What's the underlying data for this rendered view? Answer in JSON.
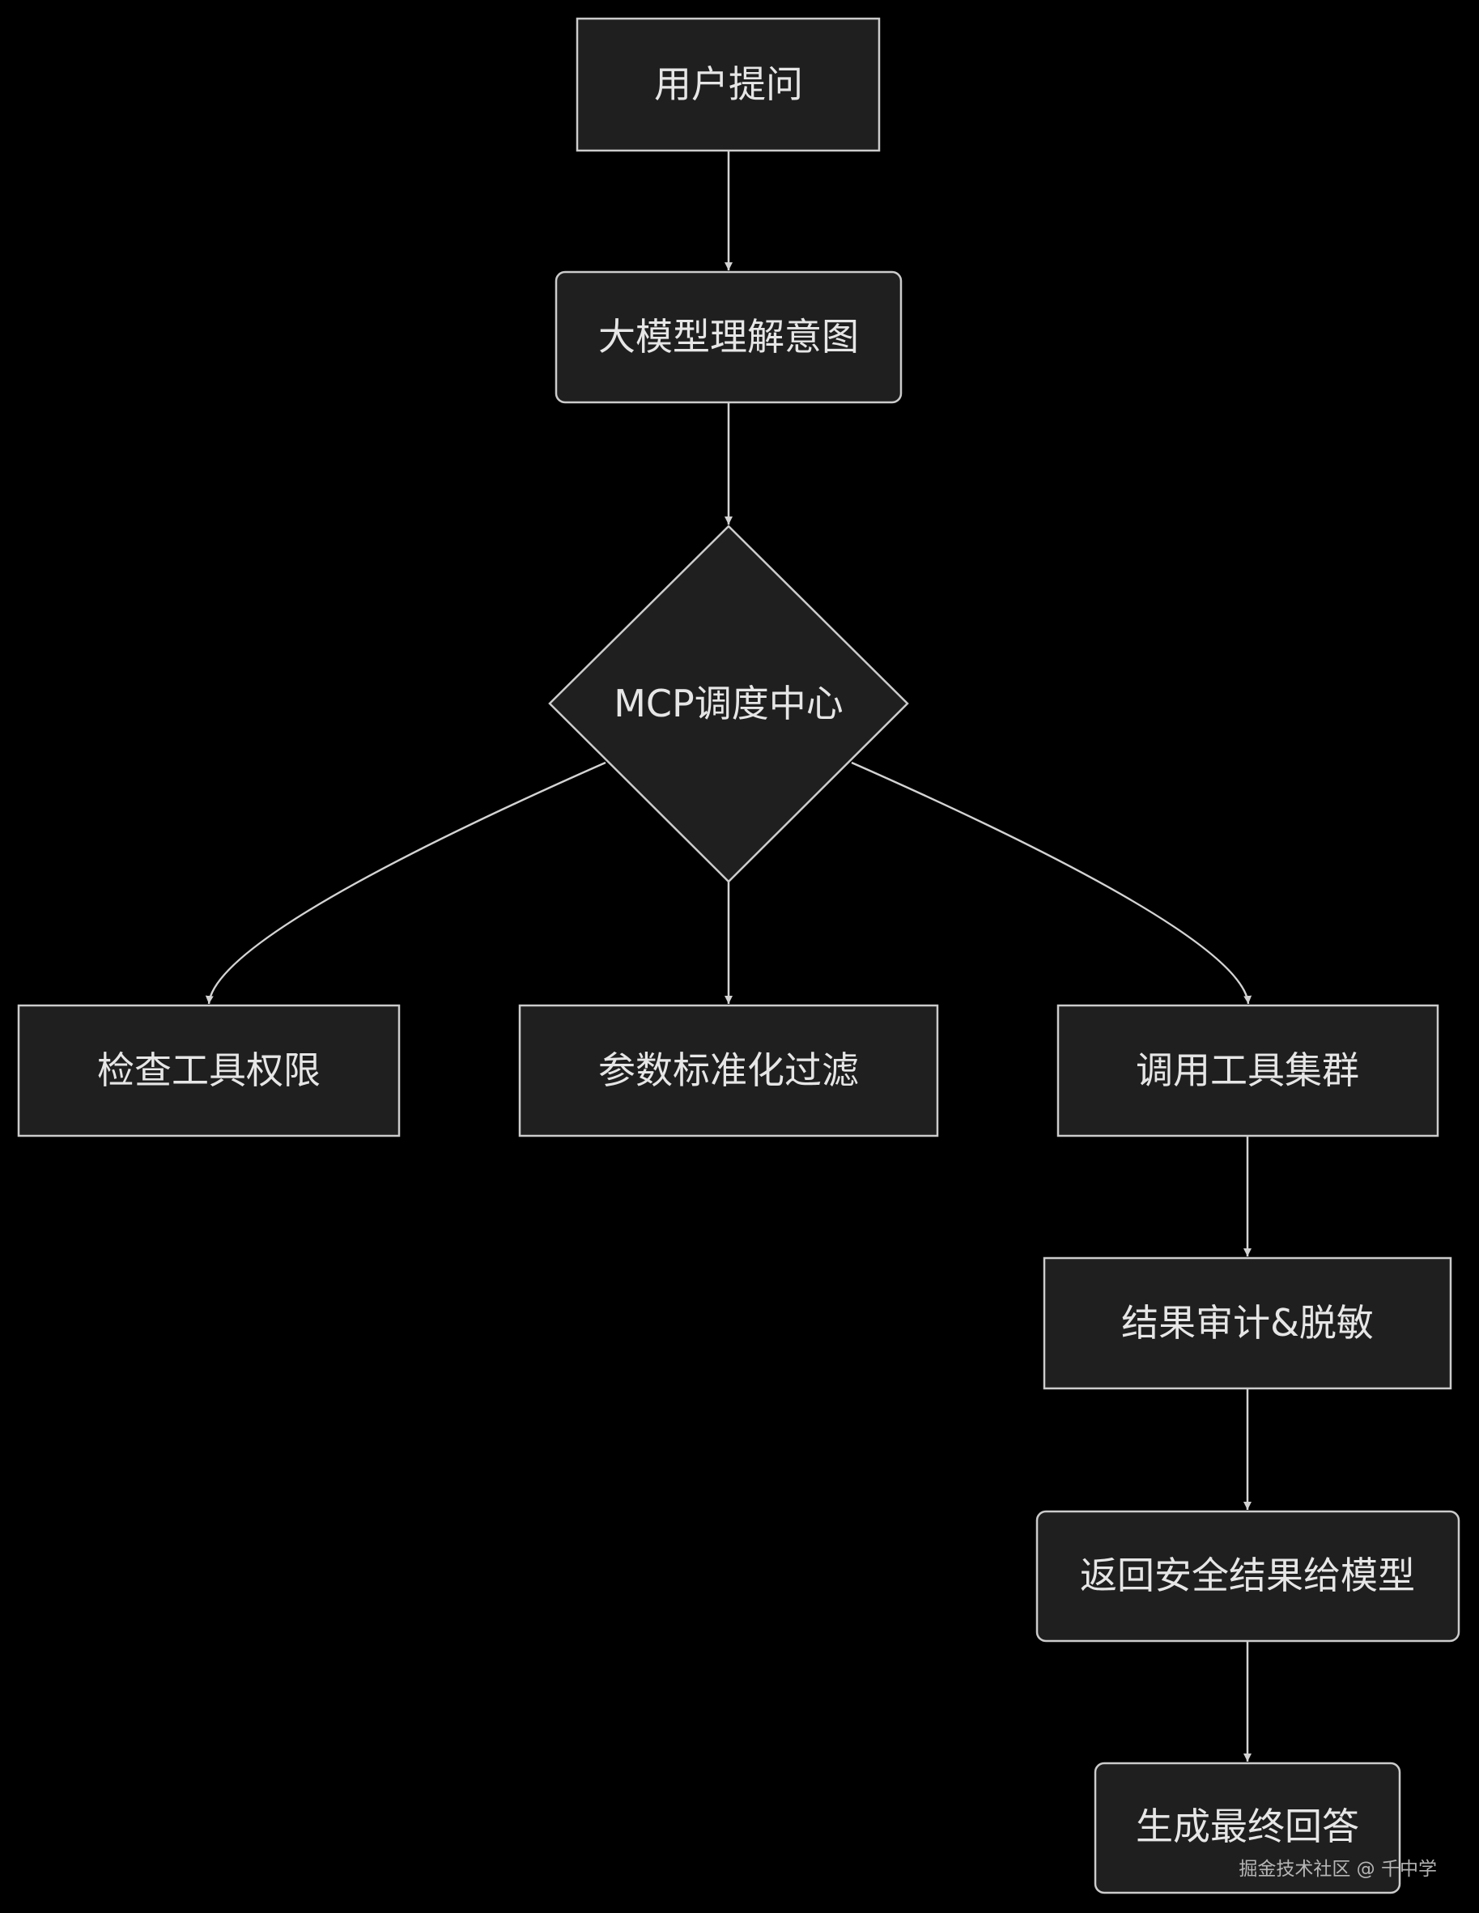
{
  "colors": {
    "background": "#000000",
    "node_fill": "#1f1f1f",
    "node_stroke": "#cccccc",
    "edge": "#d3d3d3",
    "text": "#e6e6e6"
  },
  "nodes": {
    "user_question": "用户提问",
    "llm_intent": "大模型理解意图",
    "mcp_center": "MCP调度中心",
    "check_permission": "检查工具权限",
    "param_filter": "参数标准化过滤",
    "invoke_tools": "调用工具集群",
    "audit_mask": "结果审计&脱敏",
    "return_safe": "返回安全结果给模型",
    "final_answer": "生成最终回答"
  },
  "watermark": "掘金技术社区 @ 千中学"
}
